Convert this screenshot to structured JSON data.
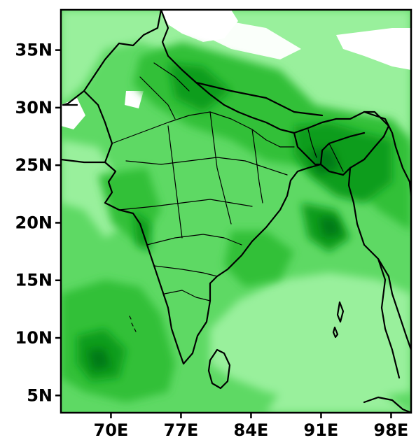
{
  "map": {
    "colors": {
      "level_0": "#ffffff",
      "level_1": "#99f09c",
      "level_2": "#5ed964",
      "level_3": "#32c037",
      "level_4": "#0f9d1a",
      "level_5": "#067a12",
      "frame": "#000000"
    },
    "axes": {
      "y_ticks": [
        {
          "label": "35N",
          "value": 35
        },
        {
          "label": "30N",
          "value": 30
        },
        {
          "label": "25N",
          "value": 25
        },
        {
          "label": "20N",
          "value": 20
        },
        {
          "label": "15N",
          "value": 15
        },
        {
          "label": "10N",
          "value": 10
        },
        {
          "label": "5N",
          "value": 5
        }
      ],
      "x_ticks": [
        {
          "label": "70E",
          "value": 70
        },
        {
          "label": "77E",
          "value": 77
        },
        {
          "label": "84E",
          "value": 84
        },
        {
          "label": "91E",
          "value": 91
        },
        {
          "label": "98E",
          "value": 98
        }
      ],
      "lat_range": [
        3.5,
        38.5
      ],
      "lon_range": [
        65,
        100
      ]
    }
  }
}
